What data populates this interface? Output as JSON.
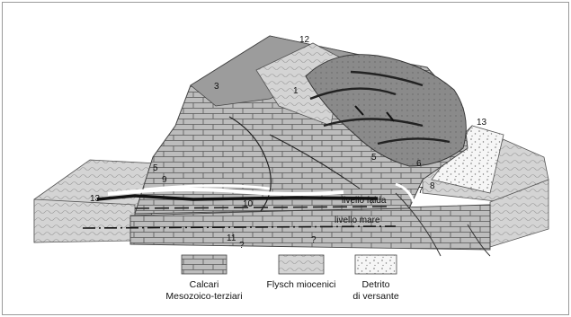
{
  "diagram": {
    "numbers": {
      "n1": "1",
      "n3": "3",
      "n5a": "5",
      "n5b": "5",
      "n6": "6",
      "n7": "7",
      "n8": "8",
      "n9": "9",
      "n10": "10",
      "n11": "11",
      "n12": "12",
      "n13a": "13",
      "n13b": "13",
      "q1": "?",
      "q2": "?"
    },
    "labels": {
      "water_table": "livello falda",
      "sea_level": "livello mare"
    },
    "legend": [
      {
        "line1": "Calcari",
        "line2": "Mesozoico-terziari"
      },
      {
        "line1": "Flysch miocenici",
        "line2": ""
      },
      {
        "line1": "Detrito",
        "line2": "di versante"
      }
    ]
  }
}
